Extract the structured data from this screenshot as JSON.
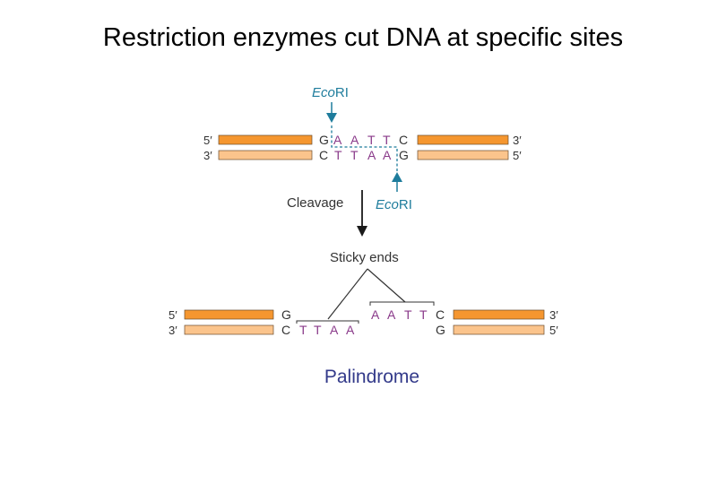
{
  "title": "Restriction enzymes cut DNA at specific sites",
  "enzyme": {
    "name_italic": "Eco",
    "name_roman": "RI"
  },
  "strand_ends": {
    "five_prime": "5′",
    "three_prime": "3′"
  },
  "top_site": {
    "top_strand": [
      "G",
      "A",
      "A",
      "T",
      "T",
      "C"
    ],
    "bottom_strand": [
      "C",
      "T",
      "T",
      "A",
      "A",
      "G"
    ]
  },
  "labels": {
    "cleavage": "Cleavage",
    "sticky_ends": "Sticky ends",
    "palindrome": "Palindrome"
  },
  "bottom_left": {
    "top": "G",
    "bottom": [
      "C",
      "T",
      "T",
      "A",
      "A"
    ]
  },
  "bottom_right": {
    "top": [
      "A",
      "A",
      "T",
      "T",
      "C"
    ],
    "bottom": "G"
  },
  "colors": {
    "strand_dark": "#f5962f",
    "strand_light": "#fbc48c",
    "strand_edge": "#6b4a2a",
    "arrow_teal": "#1e7c9c",
    "sequence_purple": "#8a3a8a",
    "text_gray": "#333333",
    "palindrome_text": "#333a8a"
  }
}
